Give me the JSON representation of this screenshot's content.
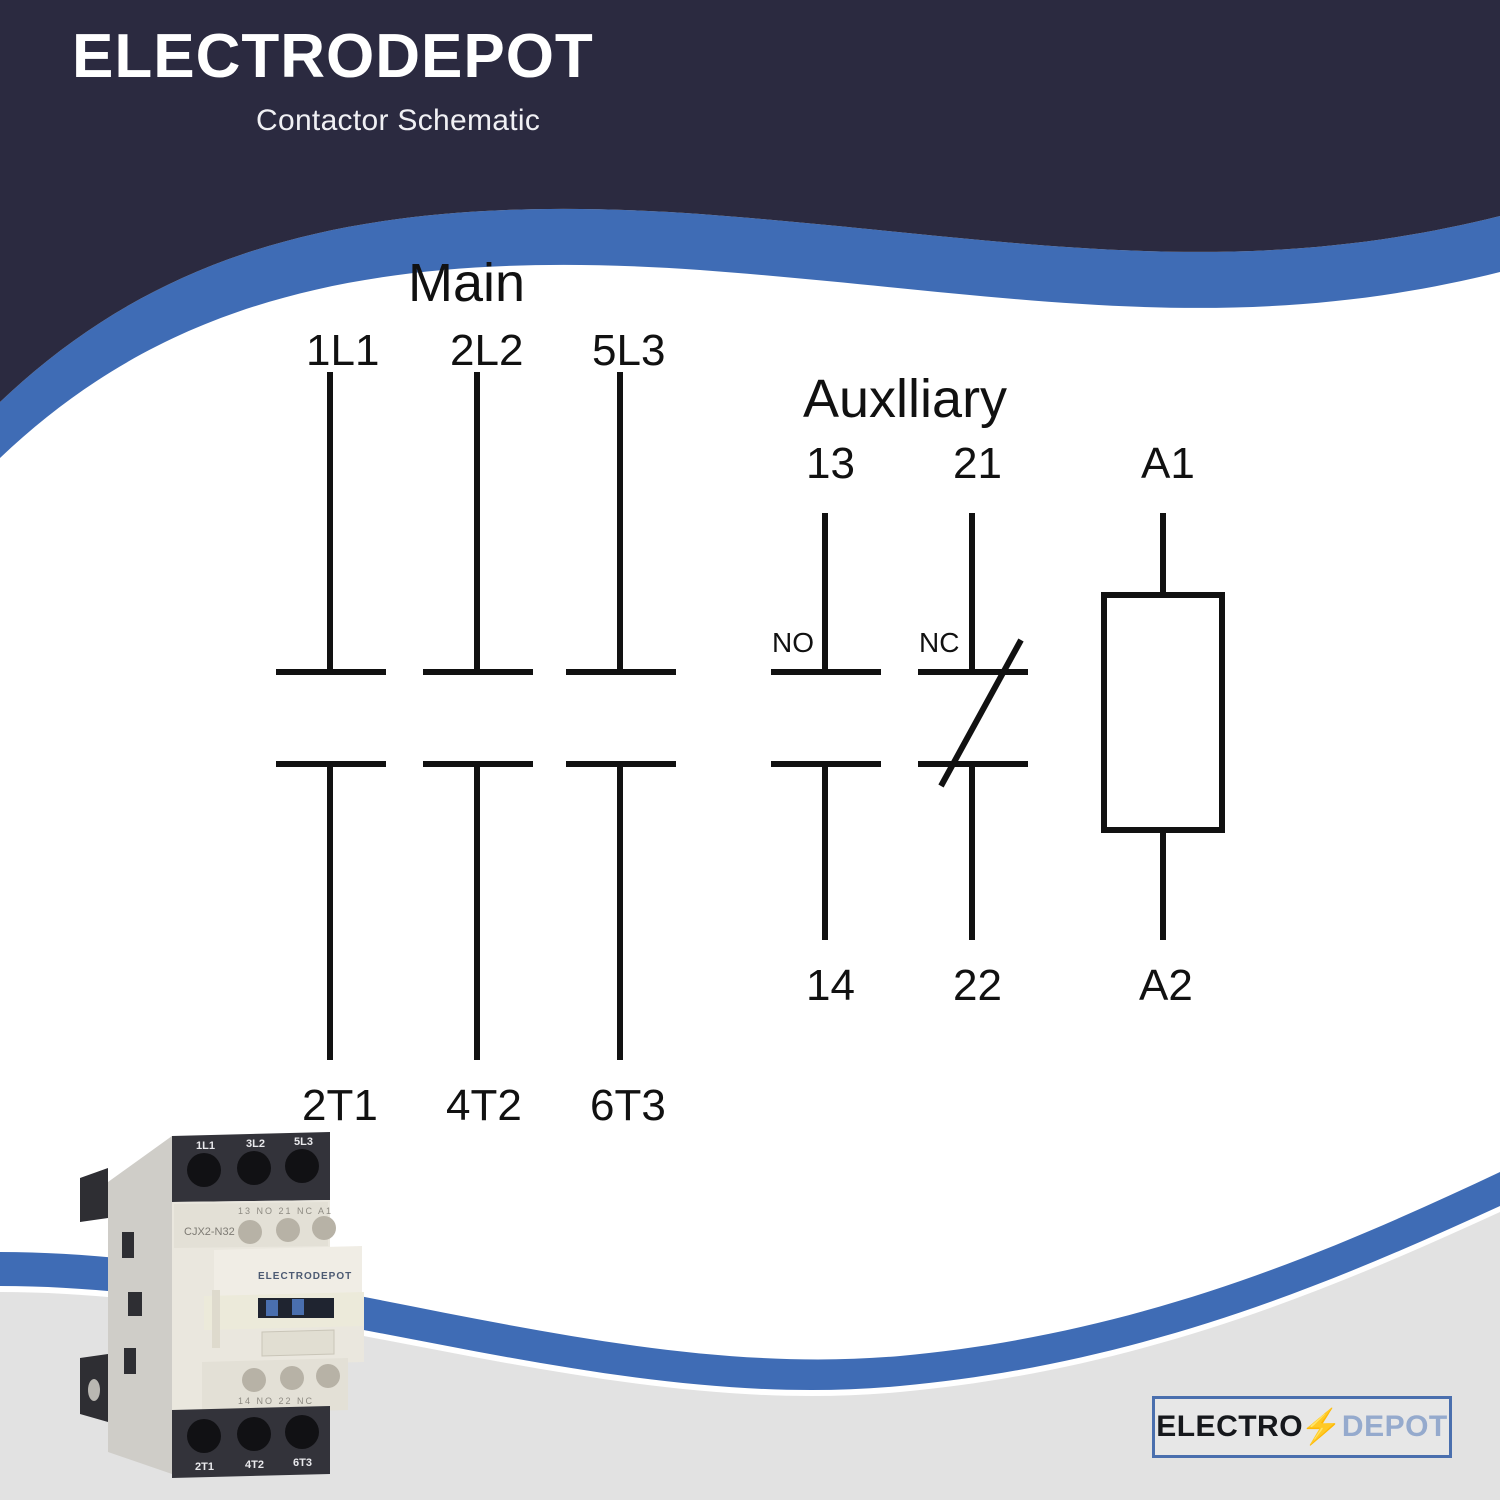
{
  "header": {
    "brand": "ELECTRODEPOT",
    "subtitle": "Contactor Schematic",
    "bg_color": "#2b2a40",
    "accent_color": "#3f6cb5"
  },
  "schematic": {
    "main": {
      "heading": "Main",
      "poles": [
        {
          "top_label": "1L1",
          "bottom_label": "2T1"
        },
        {
          "top_label": "2L2",
          "bottom_label": "4T2"
        },
        {
          "top_label": "5L3",
          "bottom_label": "6T3"
        }
      ]
    },
    "auxiliary": {
      "heading": "Auxlliary",
      "contacts": [
        {
          "top_label": "13",
          "bottom_label": "14",
          "type_label": "NO"
        },
        {
          "top_label": "21",
          "bottom_label": "22",
          "type_label": "NC"
        }
      ]
    },
    "coil": {
      "top_label": "A1",
      "bottom_label": "A2"
    },
    "line_color": "#111111"
  },
  "product": {
    "model": "CJX2-N32",
    "brand": "ELECTRODEPOT",
    "top_terminals": [
      "1L1",
      "3L2",
      "5L3"
    ],
    "bottom_terminals": [
      "2T1",
      "4T2",
      "6T3"
    ],
    "aux_top": [
      "13",
      "NO",
      "21",
      "NC",
      "A1"
    ],
    "aux_bottom": [
      "14",
      "NO",
      "22",
      "NC"
    ]
  },
  "footer": {
    "logo_primary": "ELECTRO",
    "logo_bolt": "⚡",
    "logo_secondary": "DEPOT",
    "border_color": "#4a6fae",
    "background": "#e7e7e7"
  }
}
